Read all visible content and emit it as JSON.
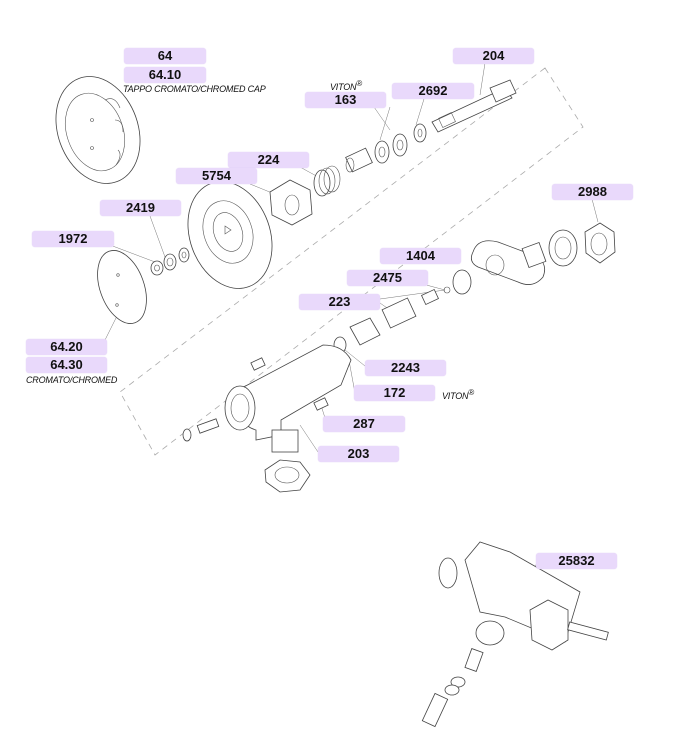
{
  "diagram": {
    "type": "exploded-parts-diagram",
    "labels": [
      {
        "id": "64",
        "text": "64"
      },
      {
        "id": "64.10",
        "text": "64.10"
      },
      {
        "id": "204",
        "text": "204"
      },
      {
        "id": "163",
        "text": "163"
      },
      {
        "id": "2692",
        "text": "2692"
      },
      {
        "id": "224",
        "text": "224"
      },
      {
        "id": "5754",
        "text": "5754"
      },
      {
        "id": "2988",
        "text": "2988"
      },
      {
        "id": "2419",
        "text": "2419"
      },
      {
        "id": "1972",
        "text": "1972"
      },
      {
        "id": "1404",
        "text": "1404"
      },
      {
        "id": "2475",
        "text": "2475"
      },
      {
        "id": "223",
        "text": "223"
      },
      {
        "id": "64.20",
        "text": "64.20"
      },
      {
        "id": "64.30",
        "text": "64.30"
      },
      {
        "id": "2243",
        "text": "2243"
      },
      {
        "id": "172",
        "text": "172"
      },
      {
        "id": "287",
        "text": "287"
      },
      {
        "id": "203",
        "text": "203"
      },
      {
        "id": "25832",
        "text": "25832"
      }
    ],
    "notes": {
      "cap": "TAPPO CROMATO/CHROMED CAP",
      "viton_163": "VITON",
      "viton_172": "VITON",
      "chromed": "CROMATO/CHROMED",
      "registered": "®"
    },
    "colors": {
      "label_bg": "#e9d9fb",
      "line": "#444444"
    }
  }
}
